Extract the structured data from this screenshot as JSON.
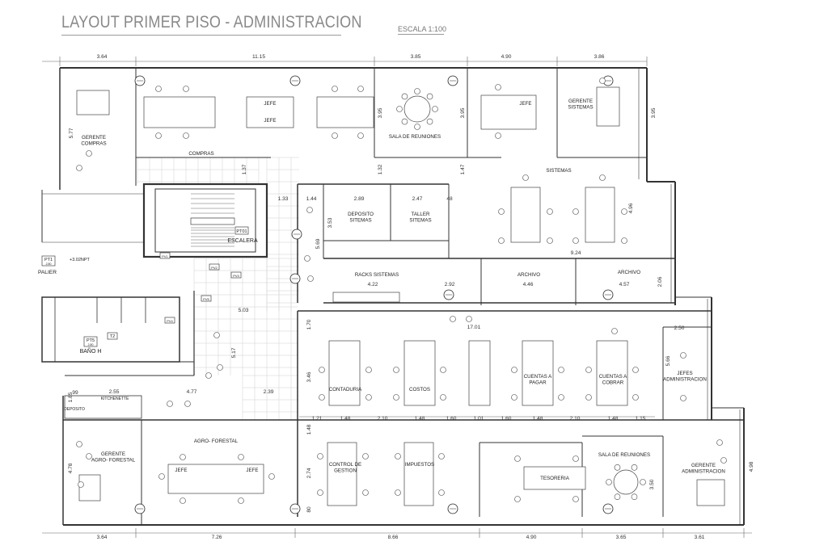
{
  "title": "LAYOUT PRIMER PISO - ADMINISTRACION",
  "scale": "ESCALA 1:100",
  "rooms": {
    "gerente_compras": "GERENTE\nCOMPRAS",
    "compras": "COMPRAS",
    "jefe_a": "JEFE",
    "jefe_b": "JEFE",
    "sala_reuniones_top": "SALA DE REUNIONES",
    "jefe_sistemas": "JEFE",
    "gerente_sistemas": "GERENTE\nSISTEMAS",
    "sistemas": "SISTEMAS",
    "deposito_sitemas": "DEPOSITO\nSITEMAS",
    "taller_sitemas": "TALLER\nSITEMAS",
    "racks_sistemas": "RACKS SISTEMAS",
    "archivo_1": "ARCHIVO",
    "archivo_2": "ARCHIVO",
    "escalera": "ESCALERA",
    "palier": "PALIER",
    "bano_h": "BAÑO H",
    "kitchenette": "KITCHENETTE",
    "deposito": "DEPOSITO",
    "contaduria": "CONTADURIA",
    "costos": "COSTOS",
    "cuentas_pagar": "CUENTAS A\nPAGAR",
    "cuentas_cobrar": "CUENTAS A\nCOBRAR",
    "jefes_administracion": "JEFES\nADMINISTRACION",
    "gerente_agro": "GERENTE\nAGRO- FORESTAL",
    "agro_forestal": "AGRO- FORESTAL",
    "jefe_agro_1": "JEFE",
    "jefe_agro_2": "JEFE",
    "control_gestion": "CONTROL DE\nGESTION",
    "impuestos": "IMPUESTOS",
    "tesoreria": "TESORERIA",
    "sala_reuniones_bottom": "SALA DE REUNIONES",
    "gerente_administracion": "GERENTE\nADMINISTRACION"
  },
  "tags": {
    "pt01": "PT01",
    "pt1": "PT1",
    "pt1_sub": "2.80",
    "pt5": "PT5",
    "pt5_sub": "2.80",
    "level": "+3.02NPT",
    "t2": "T2",
    "pv1": "PV1",
    "pv2": "PV2",
    "pv3": "PV3",
    "pv4": "PV4",
    "pv5": "PV5"
  },
  "dimensions": {
    "top": [
      "3.64",
      "11.15",
      "3.85",
      "4.90",
      "3.86"
    ],
    "bottom": [
      "3.64",
      "7.26",
      "8.66",
      "4.90",
      "3.65",
      "3.61"
    ],
    "mid_row": [
      "1.21",
      "1.48",
      "2.10",
      "1.48",
      "1.60",
      "1.01",
      "1.60",
      "1.48",
      "2.10",
      "1.48",
      "1.15"
    ],
    "misc": {
      "d577": "5.77",
      "d395a": "3.95",
      "d395b": "3.95",
      "d395c": "3.95",
      "d137": "1.37",
      "d132": "1.32",
      "d147": "1.47",
      "d133": "1.33",
      "d144": "1.44",
      "d289": "2.89",
      "d247": "2.47",
      "d48": "48",
      "d353": "3.53",
      "d569": "5.69",
      "d496": "4.96",
      "d924": "9.24",
      "d422": "4.22",
      "d292": "2.92",
      "d446": "4.46",
      "d457": "4.57",
      "d206": "2.06",
      "d503": "5.03",
      "d170": "1.70",
      "d1701": "17.01",
      "d250": "2.50",
      "d517": "5.17",
      "d346": "3.46",
      "d566": "5.66",
      "d99": "99",
      "d185": "1.85",
      "d255": "2.55",
      "d477": "4.77",
      "d239": "2.39",
      "d148v": "1.48",
      "d478": "4.78",
      "d274": "2.74",
      "d80": "80",
      "d350": "3.50",
      "d498": "4.98"
    }
  }
}
